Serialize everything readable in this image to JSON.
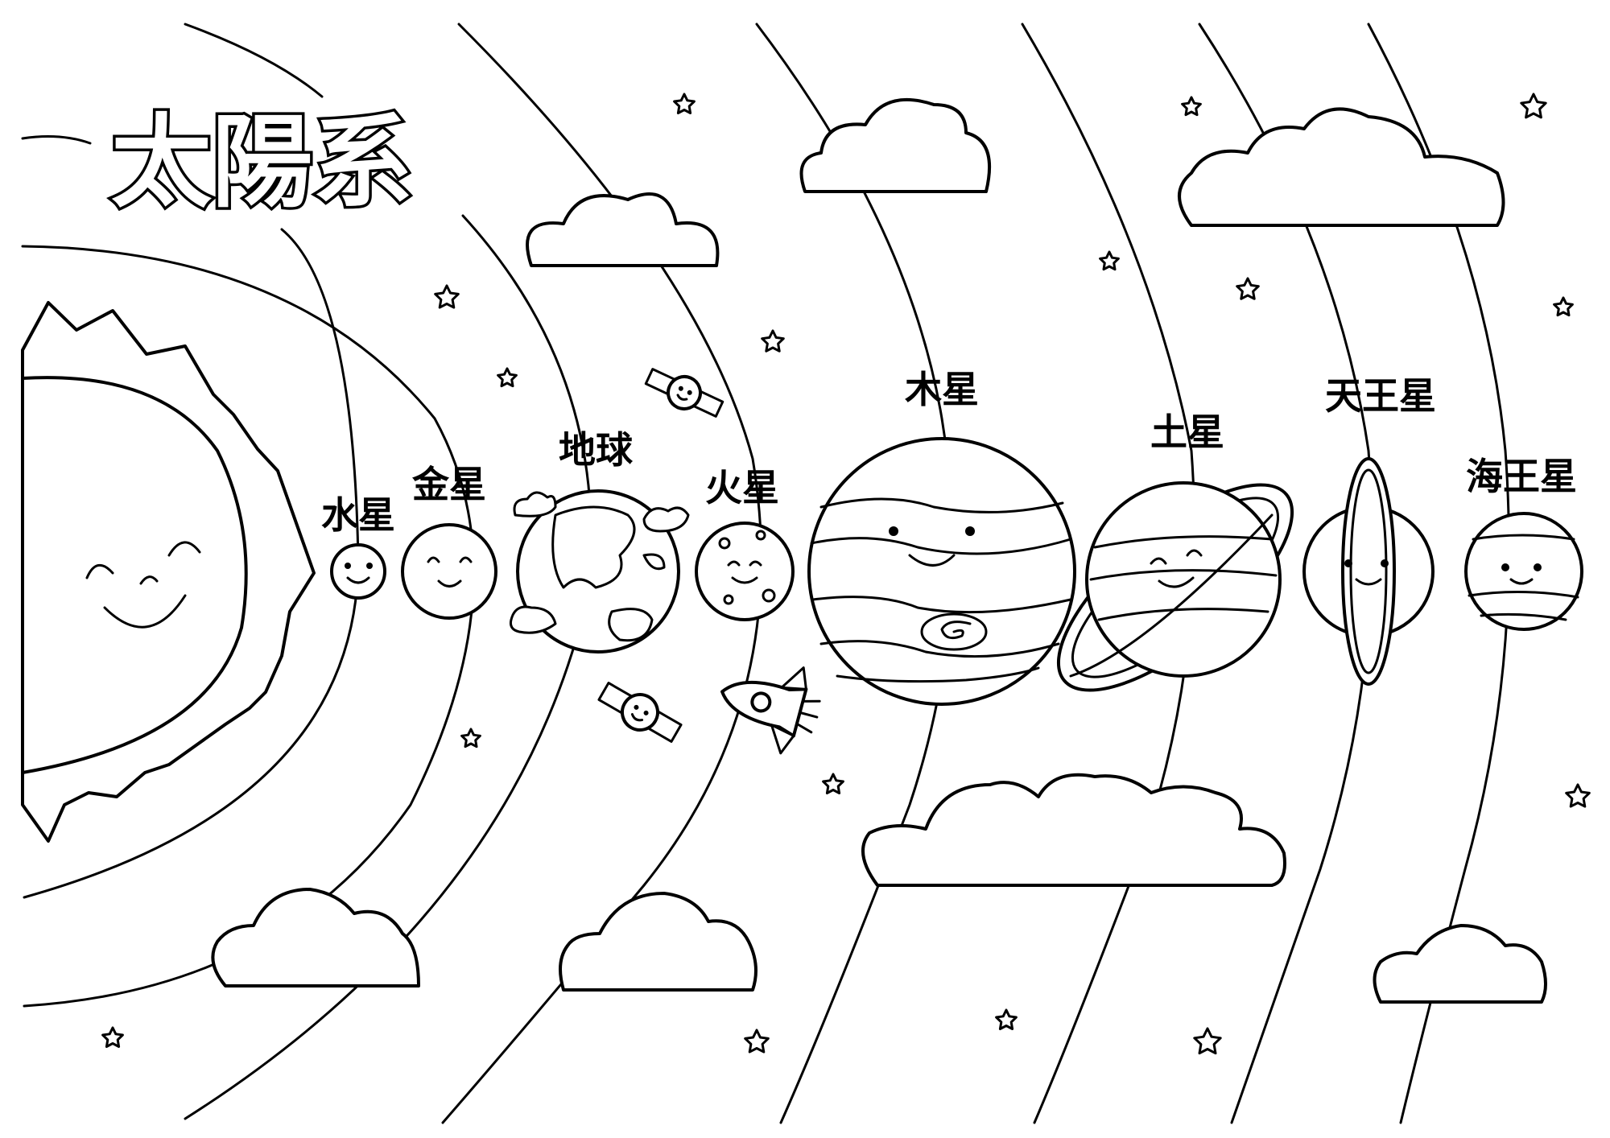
{
  "title": "太陽系",
  "planets": [
    {
      "key": "mercury",
      "label": "水星"
    },
    {
      "key": "venus",
      "label": "金星"
    },
    {
      "key": "earth",
      "label": "地球"
    },
    {
      "key": "mars",
      "label": "火星"
    },
    {
      "key": "jupiter",
      "label": "木星"
    },
    {
      "key": "saturn",
      "label": "土星"
    },
    {
      "key": "uranus",
      "label": "天王星"
    },
    {
      "key": "neptune",
      "label": "海王星"
    }
  ],
  "colors": {
    "line": "#000000",
    "fill": "#ffffff"
  },
  "icons": [
    "sun-icon",
    "satellite-icon",
    "rocket-icon",
    "cloud-icon",
    "star-icon"
  ]
}
